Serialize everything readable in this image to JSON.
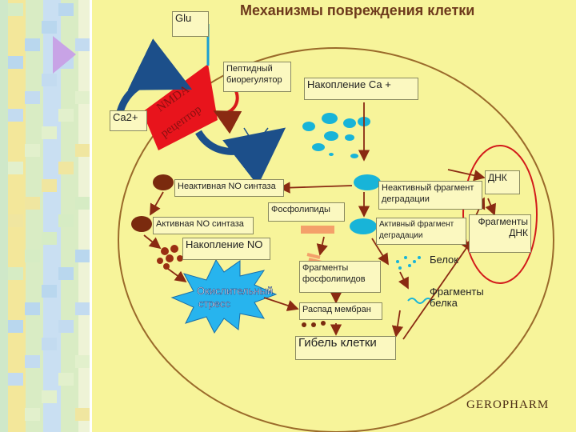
{
  "title": "Механизмы повреждения клетки",
  "brand": "GEROPHARM",
  "receptor": {
    "line1": "NMDA",
    "line2": "рецептор"
  },
  "nodes": {
    "glu": "Glu",
    "ca2": "Ca2+",
    "peptide": "Пептидный биорегулятор",
    "ca_accum": "Накопление Са +",
    "inactive_no": "Неактивная NO синтаза",
    "active_no": "Активная NO синтаза",
    "no_accum": "Накопление NO",
    "phospholipids": "Фосфолипиды",
    "inactive_frag": "Неактивный фрагмент деградации",
    "active_frag": "Активный фрагмент деградации",
    "dna": "ДНК",
    "dna_frag": "Фрагменты ДНК",
    "protein": "Белок",
    "protein_frag": "Фрагменты белка",
    "phospho_frag": "Фрагменты фосфолипидов",
    "oxidative": "Окислительный стресс",
    "membrane": "Распад мембран",
    "death": "Гибель клетки"
  },
  "colors": {
    "background": "#f7f49a",
    "receptor": "#e8141c",
    "arrow_blue": "#1c4f8a",
    "dark_brown": "#7a2a0e",
    "cyan": "#18b4d8"
  }
}
